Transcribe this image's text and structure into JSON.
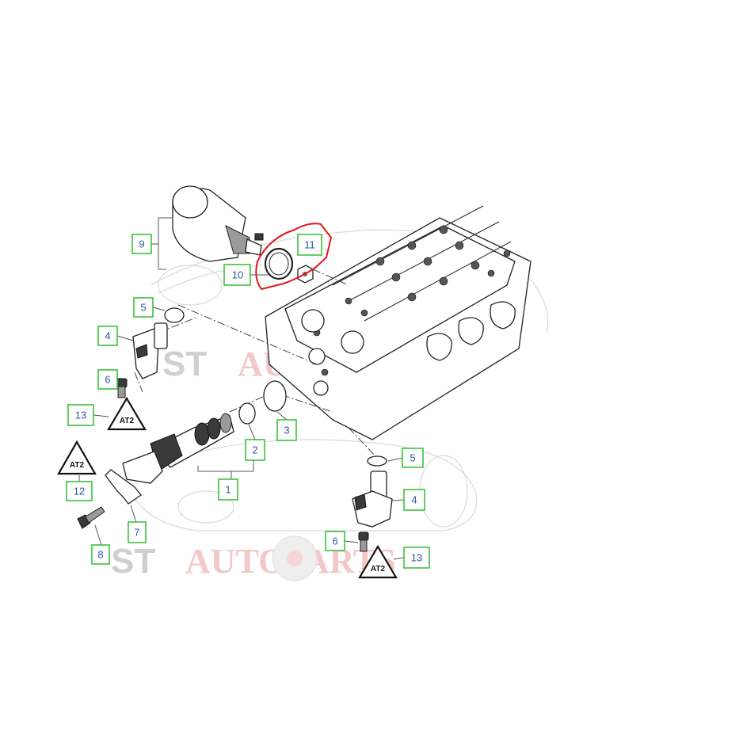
{
  "callouts": {
    "c1": "1",
    "c2": "2",
    "c3": "3",
    "c4a": "4",
    "c4b": "4",
    "c5a": "5",
    "c5b": "5",
    "c6a": "6",
    "c6b": "6",
    "c7": "7",
    "c8": "8",
    "c9": "9",
    "c10": "10",
    "c11": "11",
    "c12": "12",
    "c13a": "13",
    "c13b": "13"
  },
  "watermark": {
    "top_left": "ST",
    "top_right": "AUTOPARTS",
    "bottom_left": "ST",
    "bottom_right": "AUTOPARTS"
  },
  "colors": {
    "callout_border": "#3cc13c",
    "callout_text": "#2a5aa0",
    "highlight": "#e01818"
  }
}
